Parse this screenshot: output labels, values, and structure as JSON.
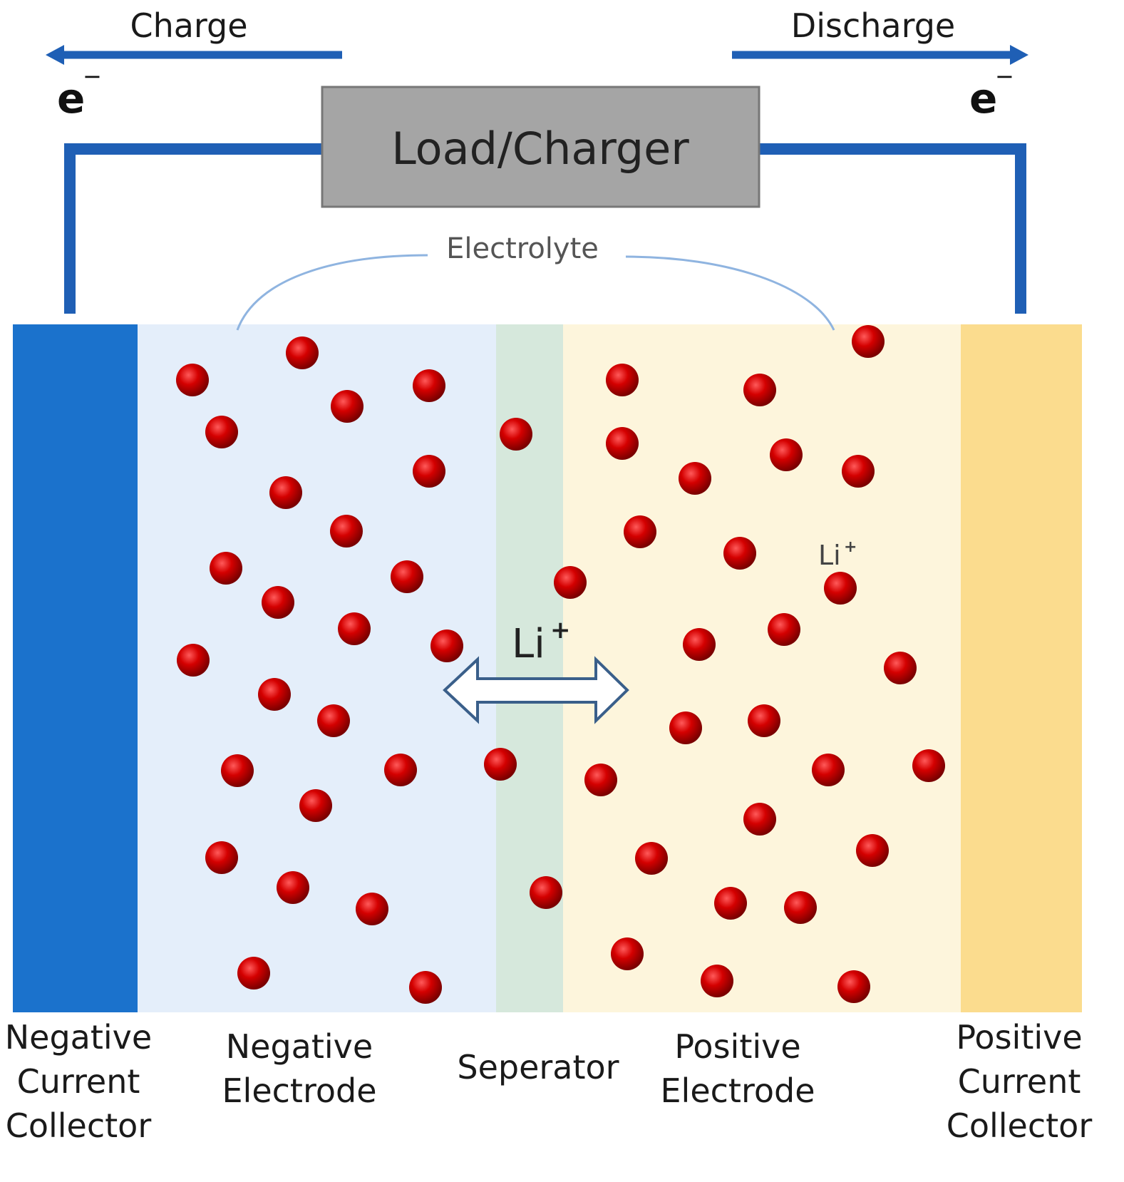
{
  "title_arrows": {
    "charge_label": "Charge",
    "discharge_label": "Discharge"
  },
  "electron_symbol": "e",
  "electron_charge": "−",
  "load_box": {
    "label": "Load/Charger"
  },
  "electrolyte_label": "Electrolyte",
  "ion_label_main": "Li",
  "ion_label_small": "Li",
  "ion_charge": "+",
  "components": {
    "neg_collector": [
      "Negative",
      "Current",
      "Collector"
    ],
    "neg_electrode": [
      "Negative",
      "Electrode"
    ],
    "separator": [
      "Seperator"
    ],
    "pos_electrode": [
      "Positive",
      "Electrode"
    ],
    "pos_collector": [
      "Positive",
      "Current",
      "Collector"
    ]
  },
  "colors": {
    "wire": "#1f5fb5",
    "neg_collector": "#1b72cc",
    "neg_electrode": "#e4eefa",
    "separator": "#d6e8dc",
    "pos_electrode": "#fdf5dc",
    "pos_collector": "#fbdc8e",
    "load_box": "#a5a5a5",
    "ion": "#cc0000"
  }
}
